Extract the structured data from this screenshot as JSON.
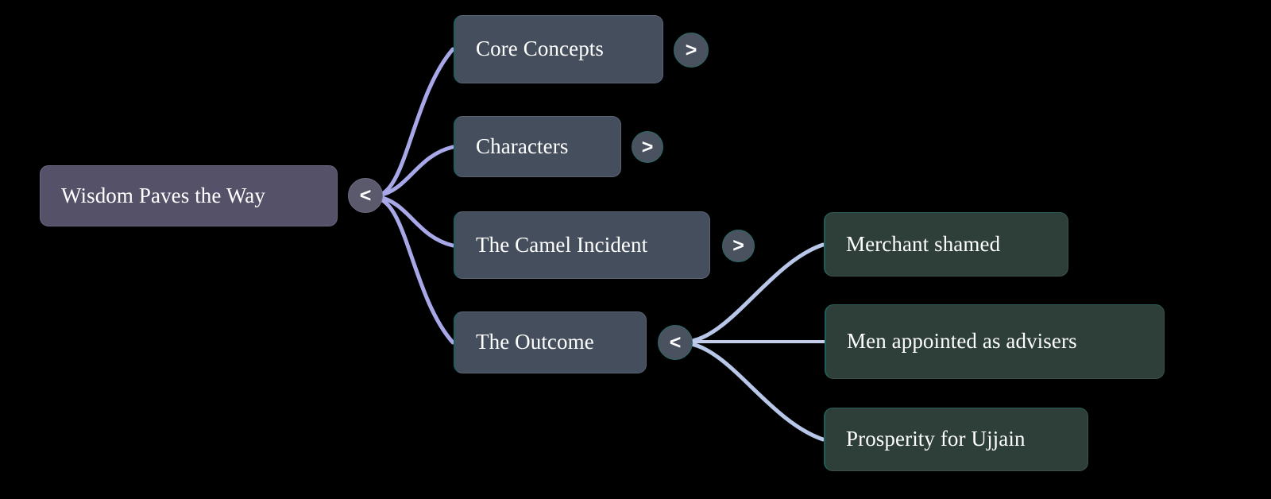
{
  "diagram": {
    "type": "mindmap",
    "background_color": "#000000",
    "edge_color": "#b8c6e8",
    "root_edge_color": "#a8a8e8",
    "colors": {
      "root_node": "#555168",
      "branch_node": "#454e5c",
      "leaf_node": "#2e3e39",
      "accent_border": "#1f5f5b",
      "toggle_circle": "#4a5260",
      "text": "#ffffff"
    },
    "root": {
      "label": "Wisdom Paves the Way",
      "toggle": "<",
      "toggle_state": "expanded"
    },
    "branches": [
      {
        "label": "Core Concepts",
        "toggle": ">",
        "toggle_state": "collapsed",
        "children": []
      },
      {
        "label": "Characters",
        "toggle": ">",
        "toggle_state": "collapsed",
        "children": []
      },
      {
        "label": "The Camel Incident",
        "toggle": ">",
        "toggle_state": "collapsed",
        "children": []
      },
      {
        "label": "The Outcome",
        "toggle": "<",
        "toggle_state": "expanded",
        "children": [
          {
            "label": "Merchant shamed"
          },
          {
            "label": "Men appointed as advisers"
          },
          {
            "label": "Prosperity for Ujjain"
          }
        ]
      }
    ]
  }
}
